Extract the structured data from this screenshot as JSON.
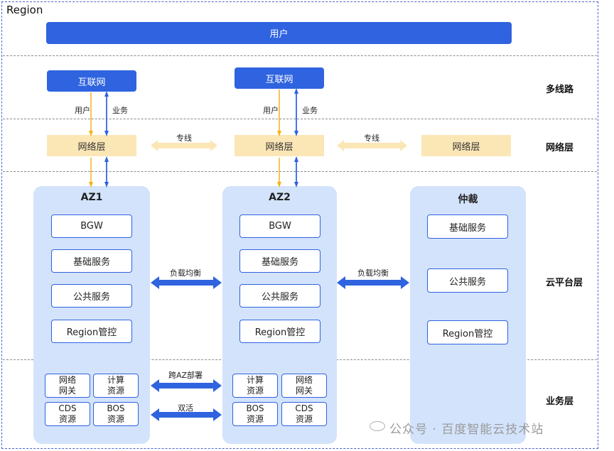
{
  "region_label": "Region",
  "user_bar": "用户",
  "layers": {
    "multiline": "多线路",
    "network": "网络层",
    "cloud_platform": "云平台层",
    "business": "业务层"
  },
  "internet": [
    "互联网",
    "互联网"
  ],
  "flow_labels": {
    "user": "用户",
    "business": "业务"
  },
  "network_layer_boxes": [
    "网络层",
    "网络层",
    "网络层"
  ],
  "dedicated_line": "专线",
  "load_balance": "负载均衡",
  "cross_az": "跨AZ部署",
  "active_active": "双活",
  "az1": {
    "title": "AZ1",
    "services": [
      "BGW",
      "基础服务",
      "公共服务",
      "Region管控"
    ],
    "resources": [
      [
        "网络",
        "网关"
      ],
      [
        "计算",
        "资源"
      ],
      [
        "CDS",
        "资源"
      ],
      [
        "BOS",
        "资源"
      ]
    ]
  },
  "az2": {
    "title": "AZ2",
    "services": [
      "BGW",
      "基础服务",
      "公共服务",
      "Region管控"
    ],
    "resources": [
      [
        "计算",
        "资源"
      ],
      [
        "网络",
        "网关"
      ],
      [
        "BOS",
        "资源"
      ],
      [
        "CDS",
        "资源"
      ]
    ]
  },
  "arbiter": {
    "title": "仲裁",
    "services": [
      "基础服务",
      "公共服务",
      "Region管控"
    ]
  },
  "watermark": "公众号 · 百度智能云技术站",
  "colors": {
    "blue": "#2f63df",
    "sand": "#fbe6b6",
    "az_bg": "#d3e3fb",
    "yellow_arrow": "#f5b316"
  }
}
